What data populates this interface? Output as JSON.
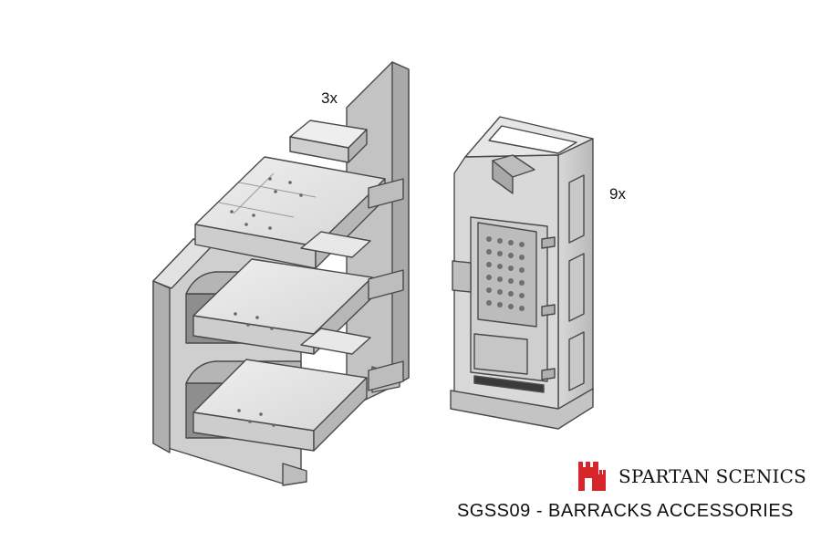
{
  "scene": {
    "bunk_quantity": "3x",
    "locker_quantity": "9x"
  },
  "brand": {
    "name": "SPARTAN SCENICS",
    "logo_icon": "castle-tower-icon",
    "logo_color": "#d7262b"
  },
  "product": {
    "title": "SGSS09 - BARRACKS ACCESSORIES"
  },
  "palette": {
    "model_light": "#e4e4e4",
    "model_mid": "#c9c9c9",
    "model_dark": "#9b9b9b",
    "outline": "#4a4a4a"
  }
}
